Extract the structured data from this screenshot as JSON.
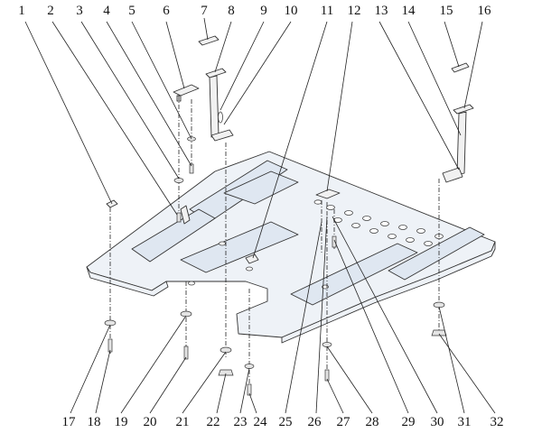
{
  "callouts": {
    "top": [
      "1",
      "2",
      "3",
      "4",
      "5",
      "6",
      "7",
      "8",
      "9",
      "10",
      "11",
      "12",
      "13",
      "14",
      "15",
      "16"
    ],
    "bottom": [
      "17",
      "18",
      "19",
      "20",
      "21",
      "22",
      "23",
      "24",
      "25",
      "26",
      "27",
      "28",
      "29",
      "30",
      "31",
      "32"
    ]
  }
}
